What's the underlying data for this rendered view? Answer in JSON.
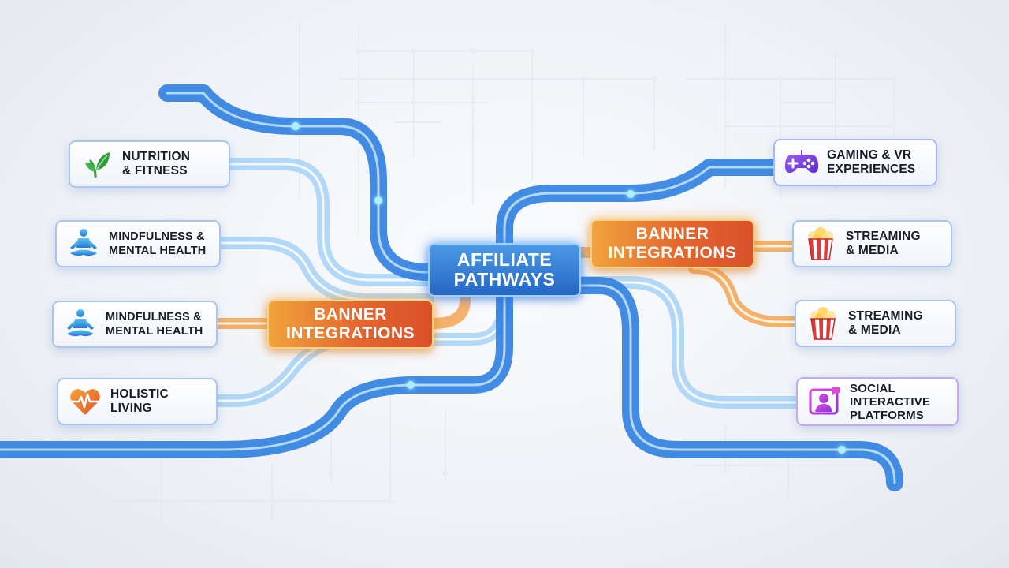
{
  "hub": {
    "line1": "AFFILIATE",
    "line2": "PATHWAYS"
  },
  "banner_left": {
    "line1": "BANNER",
    "line2": "INTEGRATIONS"
  },
  "banner_right": {
    "line1": "BANNER",
    "line2": "INTEGRATIONS"
  },
  "left_cards": [
    {
      "icon": "leaf-icon",
      "line1": "NUTRITION",
      "line2": "& FITNESS"
    },
    {
      "icon": "meditation-icon",
      "line1": "MINDFULNESS &",
      "line2": "MENTAL HEALTH"
    },
    {
      "icon": "meditation-icon",
      "line1": "MINDFULNESS &",
      "line2": "MENTAL HEALTH"
    },
    {
      "icon": "heart-pulse-icon",
      "line1": "HOLISTIC",
      "line2": "LIVING"
    }
  ],
  "right_cards": [
    {
      "icon": "gamepad-icon",
      "line1": "GAMING & VR",
      "line2": "EXPERIENCES"
    },
    {
      "icon": "popcorn-icon",
      "line1": "STREAMING",
      "line2": "& MEDIA"
    },
    {
      "icon": "popcorn-icon",
      "line1": "STREAMING",
      "line2": "& MEDIA"
    },
    {
      "icon": "social-profile-icon",
      "line1": "SOCIAL",
      "line2": "INTERACTIVE",
      "line3": "PLATFORMS"
    }
  ],
  "colors": {
    "pathway_blue": "#2f7fe0",
    "pathway_light_blue": "#7cc0f4",
    "pathway_orange": "#f2a04a",
    "hub_blue": "#2466c4",
    "banner_orange": "#e4662e",
    "card_border": "#a9c6ee"
  }
}
